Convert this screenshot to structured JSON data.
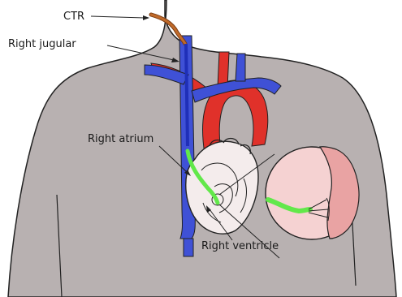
{
  "labels": {
    "ctr": "CTR",
    "right_jugular": "Right jugular",
    "right_atrium": "Right atrium",
    "right_ventricle": "Right ventricle"
  },
  "colors": {
    "skin": "#b8b1b1",
    "outline": "#222222",
    "vein": "#3f51d6",
    "vein_dark": "#1f2fb8",
    "artery": "#e0312a",
    "catheter_tip": "#62e84a",
    "catheter_external": "#c06a2a",
    "heart_fill": "#f4ecec",
    "inset_light": "#f5d2d2",
    "inset_dark": "#e9a3a3"
  }
}
